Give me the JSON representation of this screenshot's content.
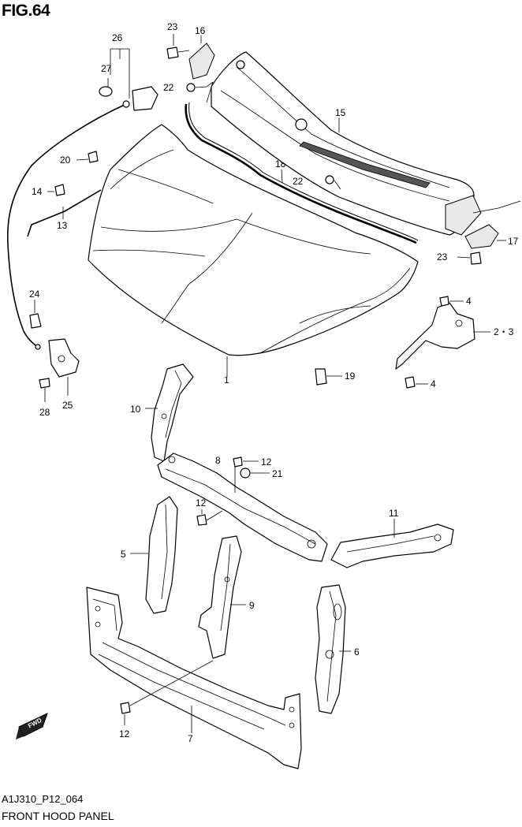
{
  "figure": {
    "title": "FIG.64",
    "code": "A1J310_P12_064",
    "caption": "FRONT HOOD PANEL",
    "fwd_label": "FWD"
  },
  "callouts": {
    "c1": "1",
    "c2": "2・3",
    "c4a": "4",
    "c4b": "4",
    "c5": "5",
    "c6": "6",
    "c7": "7",
    "c8": "8",
    "c9": "9",
    "c10": "10",
    "c11": "11",
    "c12a": "12",
    "c12b": "12",
    "c12c": "12",
    "c13": "13",
    "c14": "14",
    "c15": "15",
    "c16": "16",
    "c17": "17",
    "c18": "18",
    "c19": "19",
    "c20": "20",
    "c21": "21",
    "c22a": "22",
    "c22b": "22",
    "c23a": "23",
    "c23b": "23",
    "c24": "24",
    "c25": "25",
    "c26": "26",
    "c27": "27",
    "c28": "28"
  }
}
